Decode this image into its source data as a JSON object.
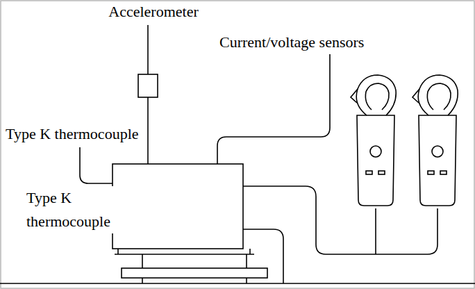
{
  "diagram": {
    "labels": [
      "Accelerometer",
      "Current/voltage sensors",
      "Type K thermocouple",
      "Type K thermocouple"
    ]
  }
}
